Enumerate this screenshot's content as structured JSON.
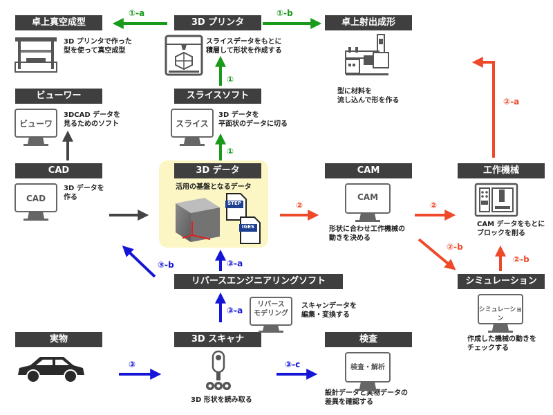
{
  "titles": {
    "vacuum": "卓上真空成型",
    "printer": "3D プリンタ",
    "injection": "卓上射出成形",
    "viewer": "ビューワー",
    "slice": "スライスソフト",
    "cad": "CAD",
    "data3d": "3D データ",
    "cam": "CAM",
    "machine": "工作機械",
    "simulation": "シミュレーション",
    "reverse": "リバースエンジニアリングソフト",
    "object": "実物",
    "scanner": "3D スキャナ",
    "inspect": "検査"
  },
  "descriptions": {
    "vacuum": "3D プリンタで作った\n型を使って真空成型",
    "printer": "スライスデータをもとに\n積層して形状を作成する",
    "injection": "型に材料を\n流し込んで形を作る",
    "viewer": "3DCAD データを\n見るためのソフト",
    "slice": "3D データを\n平面状のデータに切る",
    "cad": "3D データを\n作る",
    "data3d": "活用の基盤となるデータ",
    "cam": "形状に合わせ工作機械の\n動きを決める",
    "machine": "CAM データをもとに\nブロックを削る",
    "simulation": "作成した機械の動きを\nチェックする",
    "reverse": "スキャンデータを\n編集・変換する",
    "scanner": "3D 形状を読み取る",
    "inspect": "設計データと実物データの\n差異を確認する"
  },
  "screens": {
    "viewer": "ビューワ",
    "slice": "スライス",
    "cad": "CAD",
    "cam": "CAM",
    "simulation": "シミュレーション",
    "reverse": "リバース\nモデリング",
    "inspect": "検査・解析"
  },
  "files": {
    "step": "STEP",
    "iges": "IGES"
  },
  "arrows": {
    "a1a": "①-a",
    "a1b": "①-b",
    "a1": "①",
    "a1low": "①",
    "a2": "②",
    "a2right": "②",
    "a2a": "②-a",
    "a2b1": "②-b",
    "a2b2": "②-b",
    "a3": "③",
    "a3a_upper": "③-a",
    "a3a_lower": "③-a",
    "a3b": "③-b",
    "a3c": "③-c"
  },
  "colors": {
    "green": "#1a9a1a",
    "red": "#ee4a2a",
    "blue": "#1515d8",
    "dark": "#444444",
    "title_bg": "#3f3f3f",
    "highlight": "#fbf6c4"
  }
}
